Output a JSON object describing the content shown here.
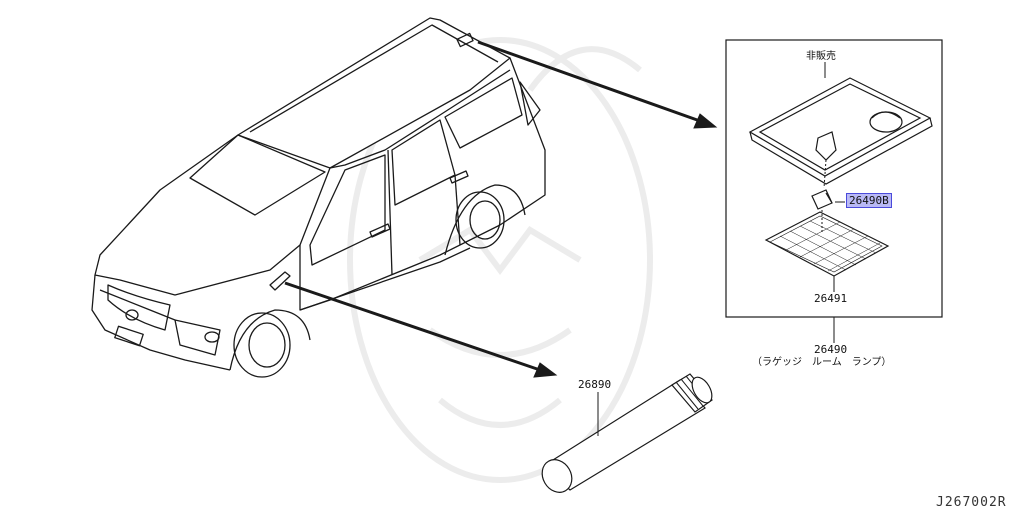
{
  "labels": {
    "not_for_sale": "非販売",
    "bulb": "26490B",
    "lens": "26491",
    "lamp_number": "26490",
    "lamp_name": "（ラゲッジ　ルーム　ランプ）",
    "flashlight": "26890",
    "drawing_code": "J267002R"
  },
  "colors": {
    "line": "#1a1a1a",
    "highlight_fill": "#b9b9f5",
    "highlight_border": "#4a4adb",
    "watermark": "#ececec"
  }
}
